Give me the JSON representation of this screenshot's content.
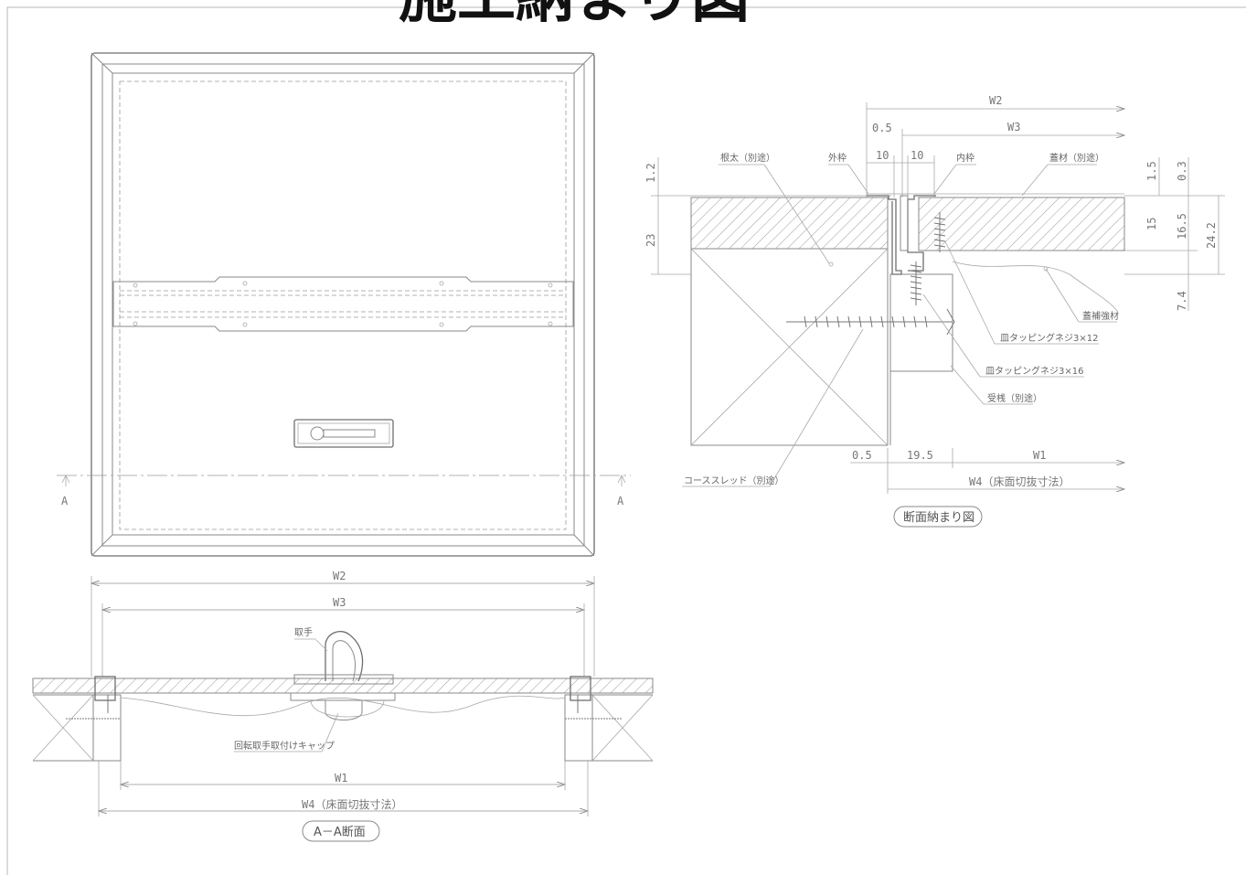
{
  "title": "施工納まり図",
  "plan": {
    "section_mark_left": "A",
    "section_mark_right": "A"
  },
  "section_aa": {
    "dims": {
      "w2": "W2",
      "w3": "W3",
      "w1": "W1",
      "w4": "W4（床面切抜寸法）"
    },
    "labels": {
      "handle": "取手",
      "cap": "回転取手取付けキャップ"
    },
    "caption": "A－A断面"
  },
  "detail": {
    "dims": {
      "w2": "W2",
      "w3": "W3",
      "w1": "W1",
      "w4": "W4（床面切抜寸法）",
      "d_0_5_top": "0.5",
      "d_10_left": "10",
      "d_10_right": "10",
      "d_1_2": "1.2",
      "d_23": "23",
      "d_1_5": "1.5",
      "d_0_3": "0.3",
      "d_15": "15",
      "d_16_5": "16.5",
      "d_24_2": "24.2",
      "d_7_4": "7.4",
      "d_0_5_bottom": "0.5",
      "d_19_5": "19.5"
    },
    "labels": {
      "joist": "根太（別途）",
      "outer_frame": "外枠",
      "inner_frame": "内枠",
      "floor": "蓋材（別途）",
      "adhesive": "蓋補強材",
      "screw_12": "皿タッピングネジ3×12",
      "screw_16": "皿タッピングネジ3×16",
      "support": "受桟（別途）",
      "coarse": "コーススレッド（別途）"
    },
    "caption": "断面納まり図"
  }
}
